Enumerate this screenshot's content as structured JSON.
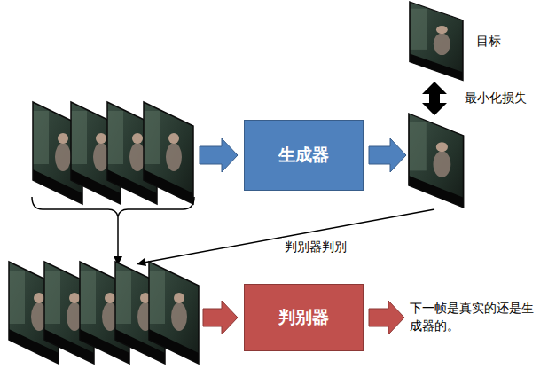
{
  "diagram": {
    "nodes": [
      {
        "text": [
          "生成器"
        ]
      },
      {
        "text": [
          "判别器"
        ]
      }
    ],
    "labels": [
      "目标",
      "最小化损失",
      "判别器判别",
      "下一帧是真实的还是生成器的。"
    ]
  }
}
